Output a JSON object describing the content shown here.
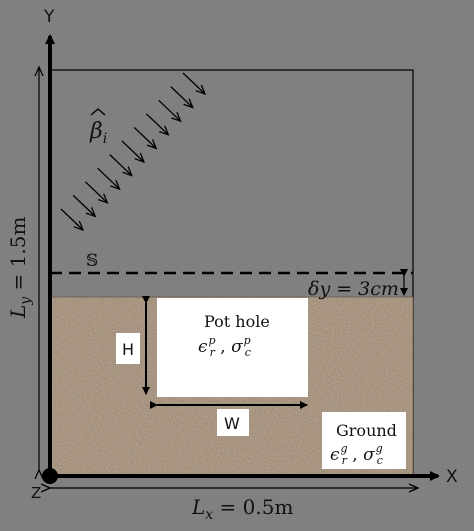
{
  "axes": {
    "y_label": "Y",
    "x_label": "X",
    "z_label": "Z"
  },
  "dimensions": {
    "ly": {
      "symbol": "L",
      "sub": "y",
      "value": " = 1.5m"
    },
    "lx": {
      "symbol": "L",
      "sub": "x",
      "value": " = 0.5m"
    },
    "dy": {
      "symbol": "δy",
      "value": " = 3cm"
    }
  },
  "incident": {
    "symbol": "β",
    "sub": "i"
  },
  "surface_label": "𝕊",
  "pothole": {
    "title": "Pot hole",
    "eps": "ϵ",
    "eps_sup": "p",
    "eps_sub": "r",
    "sep": " , ",
    "sigma": "σ",
    "sigma_sup": "p",
    "sigma_sub": "c",
    "height_label": "H",
    "width_label": "W"
  },
  "ground": {
    "title": "Ground",
    "eps": "ϵ",
    "eps_sup": "g",
    "eps_sub": "r",
    "sep": " , ",
    "sigma": "σ",
    "sigma_sup": "g",
    "sigma_sub": "c"
  },
  "colors": {
    "background": "#808080",
    "ground": "#9a8570",
    "line": "#000000",
    "box": "#ffffff"
  }
}
